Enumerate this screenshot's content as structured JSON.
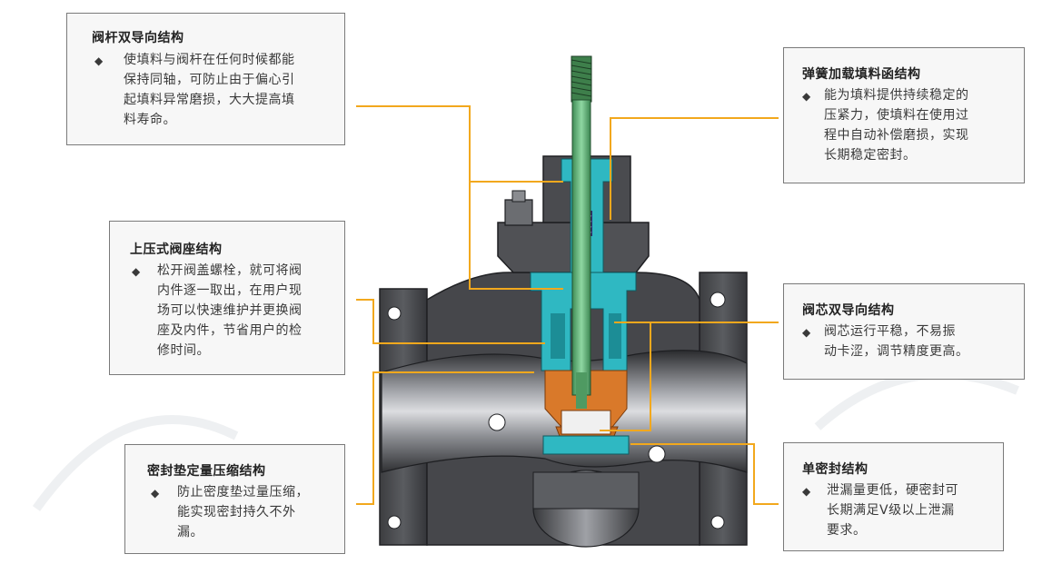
{
  "accent_color": "#f2a81d",
  "callouts": {
    "stem_guide": {
      "title": "阀杆双导向结构",
      "bullet": "◆",
      "lines": [
        "使填料与阀杆在任何时候都能",
        "保持同轴，可防止由于偏心引",
        "起填料异常磨损，大大提高填",
        "料寿命。"
      ]
    },
    "top_seat": {
      "title": "上压式阀座结构",
      "bullet": "◆",
      "lines": [
        "松开阀盖螺栓，就可将阀",
        "内件逐一取出，在用户现",
        "场可以快速维护并更换阀",
        "座及内件，节省用户的检",
        "修时间。"
      ]
    },
    "gasket": {
      "title": "密封垫定量压缩结构",
      "bullet": "◆",
      "lines": [
        "防止密度垫过量压缩，",
        "能实现密封持久不外",
        "漏。"
      ]
    },
    "spring_packing": {
      "title": "弹簧加载填料函结构",
      "bullet": "◆",
      "lines": [
        "能为填料提供持续稳定的",
        "压紧力，使填料在使用过",
        "程中自动补偿磨损，实现",
        "长期稳定密封。"
      ]
    },
    "plug_guide": {
      "title": "阀芯双导向结构",
      "bullet": "◆",
      "lines": [
        "阀芯运行平稳，不易振",
        "动卡涩，调节精度更高。"
      ]
    },
    "single_seal": {
      "title": "单密封结构",
      "bullet": "◆",
      "lines": [
        "泄漏量更低，硬密封可",
        "长期满足V级以上泄漏",
        "要求。"
      ]
    }
  }
}
